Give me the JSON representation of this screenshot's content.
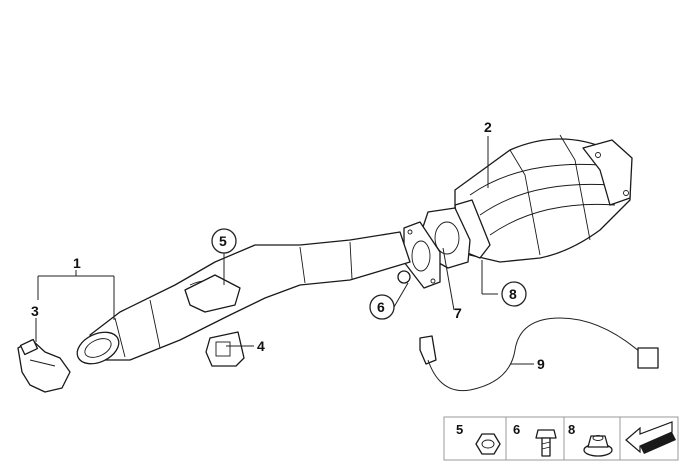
{
  "callouts": [
    {
      "id": "c1",
      "text": "1"
    },
    {
      "id": "c2",
      "text": "2"
    },
    {
      "id": "c3",
      "text": "3"
    },
    {
      "id": "c4",
      "text": "4"
    },
    {
      "id": "c5",
      "text": "5"
    },
    {
      "id": "c6",
      "text": "6"
    },
    {
      "id": "c7",
      "text": "7"
    },
    {
      "id": "c8",
      "text": "8"
    },
    {
      "id": "c9",
      "text": "9"
    }
  ],
  "legend": {
    "items": [
      {
        "label": "5",
        "icon": "nut-icon"
      },
      {
        "label": "6",
        "icon": "bolt-icon"
      },
      {
        "label": "8",
        "icon": "flange-nut-icon"
      }
    ],
    "extra_icon": "arrow-icon"
  }
}
